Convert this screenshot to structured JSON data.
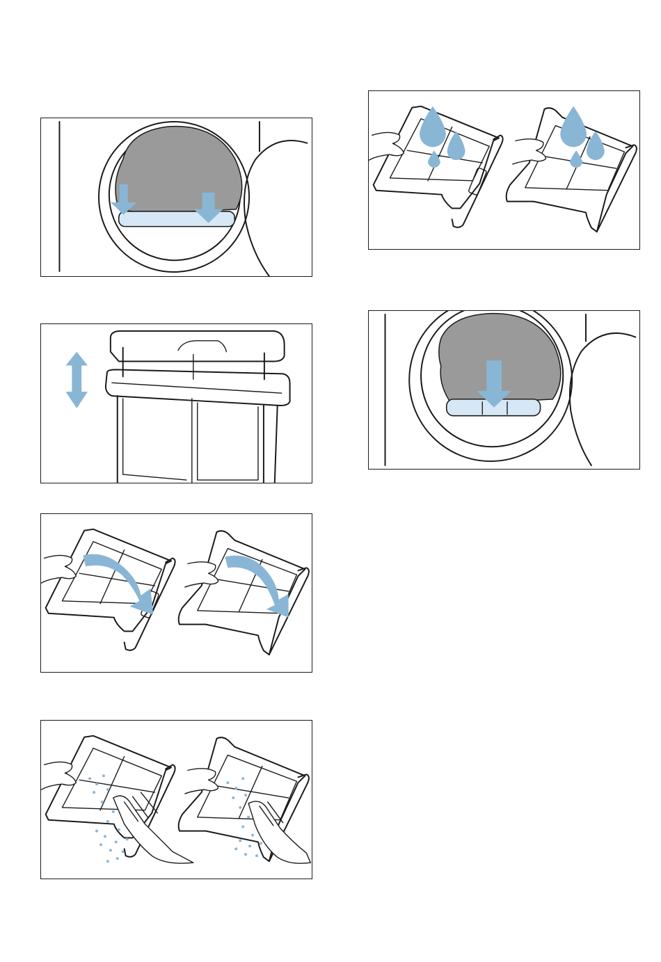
{
  "colors": {
    "line": "#1a1a1a",
    "accent_blue": "#8ab6d6",
    "light_blue": "#d6e8f5",
    "drum_gray": "#9a9a9a"
  },
  "panels": [
    {
      "id": "p1",
      "icon": "filter-door-insert-arrows-icon"
    },
    {
      "id": "p2",
      "icon": "filter-pull-out-icon"
    },
    {
      "id": "p3",
      "icon": "filter-open-icon"
    },
    {
      "id": "p4",
      "icon": "filter-clean-lint-icon"
    },
    {
      "id": "p5",
      "icon": "filter-rinse-water-icon"
    },
    {
      "id": "p6",
      "icon": "filter-reinsert-icon"
    }
  ]
}
